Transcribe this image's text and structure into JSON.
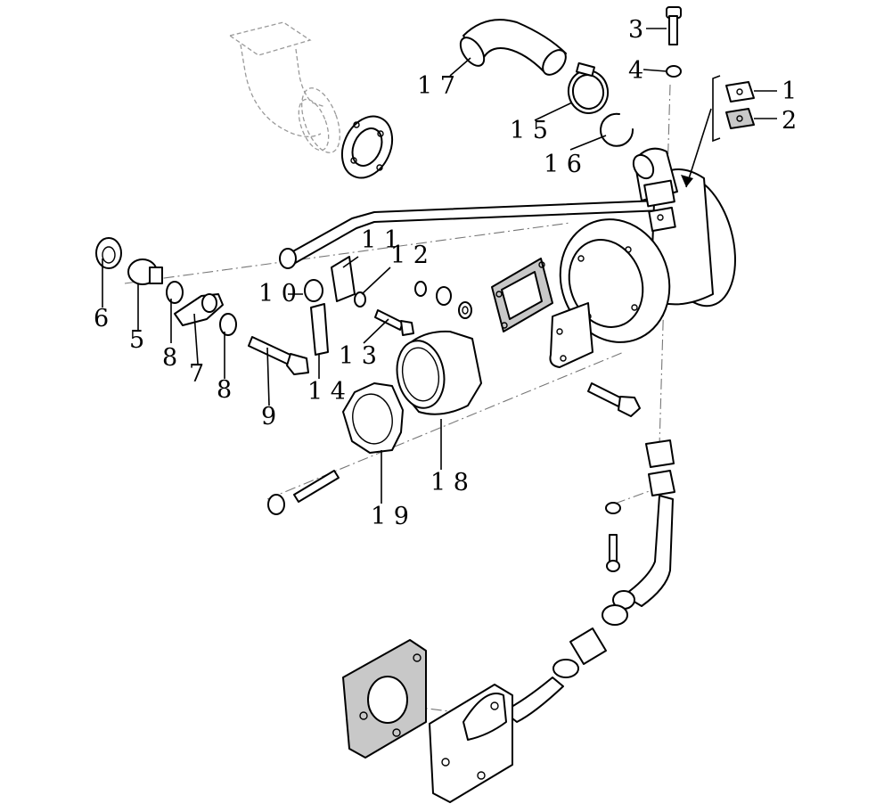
{
  "callouts": {
    "c1": "1",
    "c2": "2",
    "c3": "3",
    "c4": "4",
    "c5": "5",
    "c6": "6",
    "c7": "7",
    "c8a": "8",
    "c8b": "8",
    "c9": "9",
    "c10": "1 0",
    "c11": "1 1",
    "c12": "1 2",
    "c13": "1 3",
    "c14": "1 4",
    "c15": "1 5",
    "c16": "1 6",
    "c17": "1 7",
    "c18": "1 8",
    "c19": "1 9"
  }
}
